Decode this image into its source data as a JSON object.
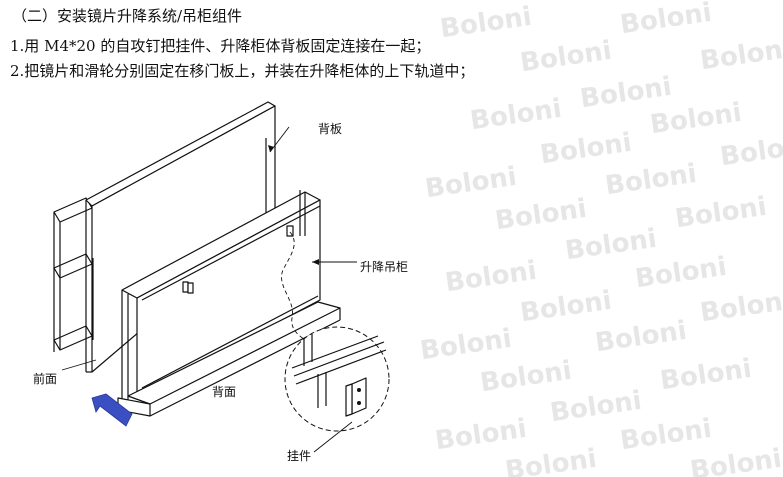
{
  "heading": "（二）安装镜片升降系统/吊柜组件",
  "steps": [
    "1.用 M4*20 的自攻钉把挂件、升降柜体背板固定连接在一起；",
    "2.把镜片和滑轮分别固定在移门板上，并装在升降柜体的上下轨道中；"
  ],
  "diagram_labels": {
    "back_panel": "背板",
    "lift_cabinet": "升降吊柜",
    "front": "前面",
    "back": "背面",
    "hanger": "挂件"
  },
  "watermark": "Boloni",
  "colors": {
    "arrow": "#3a4fc2",
    "watermark": "#e6e6e6"
  }
}
